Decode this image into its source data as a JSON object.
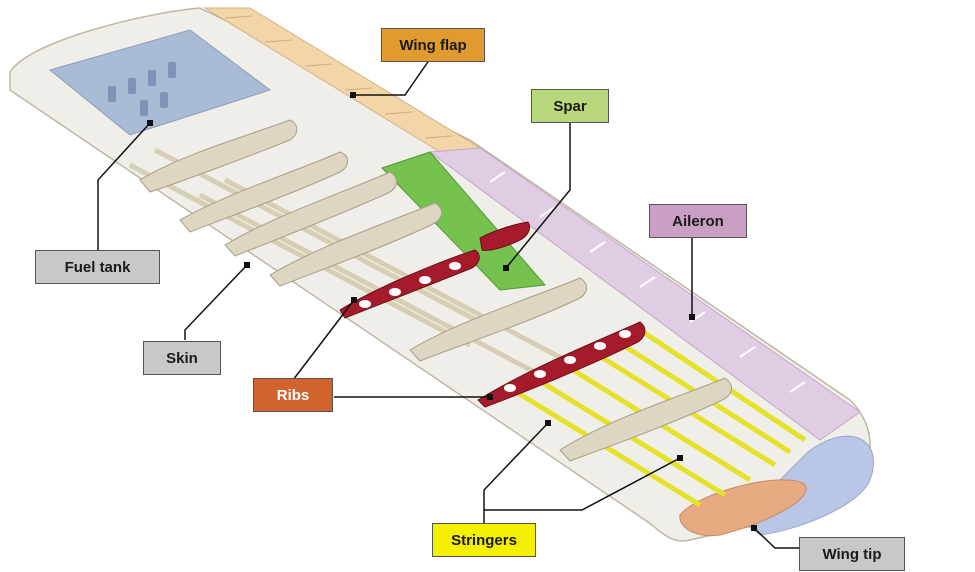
{
  "labels": {
    "wing_flap": "Wing flap",
    "spar": "Spar",
    "aileron": "Aileron",
    "fuel_tank": "Fuel tank",
    "skin": "Skin",
    "ribs": "Ribs",
    "stringers": "Stringers",
    "wing_tip": "Wing tip"
  },
  "colors": {
    "wing_flap": "#e09a2e",
    "spar": "#b8d77a",
    "aileron": "#c9a0c3",
    "fuel_tank": "#c8c8c8",
    "skin": "#c8c8c8",
    "ribs": "#d0642c",
    "stringers": "#f4f000",
    "wing_tip": "#c8c8c8",
    "structure": "#d9d2bf",
    "rib_red": "#a3162a",
    "fuel_blue": "#8fa4c7"
  }
}
